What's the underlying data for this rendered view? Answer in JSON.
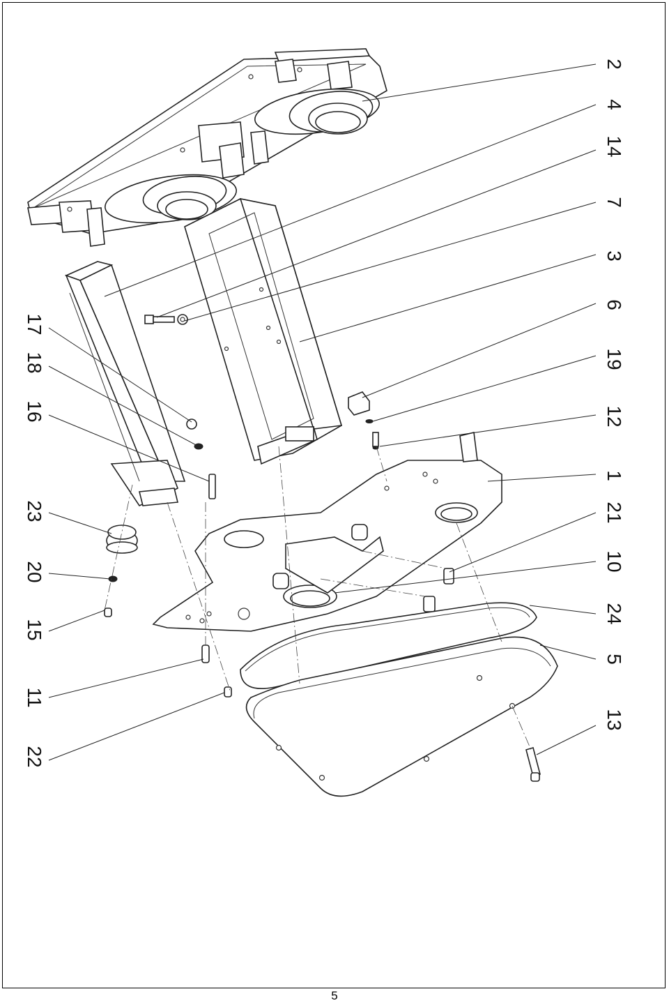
{
  "page": {
    "number": "5"
  },
  "callouts": {
    "c2": "2",
    "c4": "4",
    "c14": "14",
    "c7": "7",
    "c3": "3",
    "c6": "6",
    "c19": "19",
    "c12": "12",
    "c1": "1",
    "c21": "21",
    "c10": "10",
    "c24": "24",
    "c5": "5",
    "c13": "13",
    "c17": "17",
    "c18": "18",
    "c16": "16",
    "c23": "23",
    "c20": "20",
    "c15": "15",
    "c11": "11",
    "c22": "22"
  }
}
